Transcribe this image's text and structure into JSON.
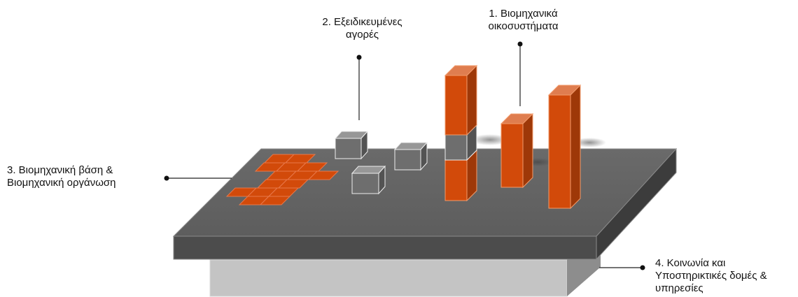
{
  "labels": {
    "ecosystems": {
      "line1": "1. Βιομηχανικά",
      "line2": "οικοσυστήματα"
    },
    "markets": {
      "line1": "2. Εξειδικευμένες",
      "line2": "αγορές"
    },
    "base": {
      "line1": "3. Βιομηχανική βάση &",
      "line2": "Βιομηχανική οργάνωση"
    },
    "society": {
      "line1": "4. Κοινωνία και",
      "line2": "Υποστηρικτικές δομές &",
      "line3": "υπηρεσίες"
    }
  },
  "colors": {
    "orange": "#d24a0a",
    "gray_block": "#6e6e6e",
    "platform_top": "#676767",
    "platform_front": "#4b4b4b",
    "base_block": "#bdbdbd"
  }
}
